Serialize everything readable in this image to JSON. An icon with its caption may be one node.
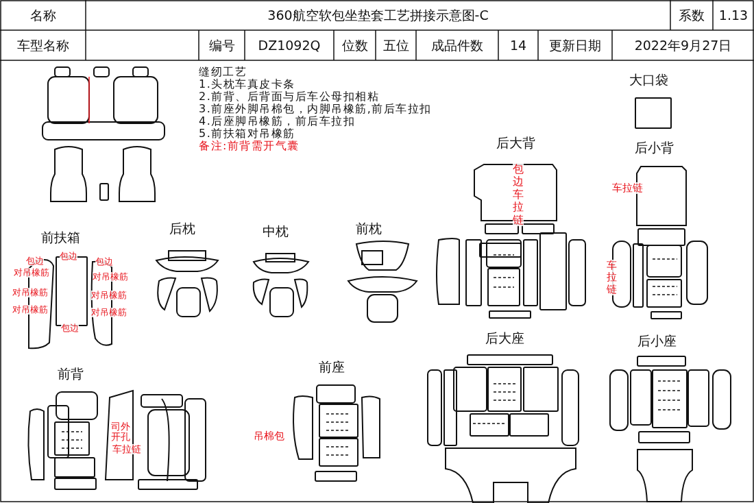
{
  "diagram": {
    "labels": [
      "名称",
      "360航空软包坐垫套工艺拼接示意图-C",
      "系数",
      "1.13",
      "车型名称",
      "编号",
      "DZ1092Q",
      "位数",
      "五位",
      "成品件数",
      "14",
      "更新日期",
      "2022年9月27日",
      "缝纫工艺",
      "1.头枕车真皮卡条",
      "2.前背、后背面与后车公母扣相粘",
      "3.前座外脚吊棉包，内脚吊橡筋,前后车拉扣",
      "4.后座脚吊橡筋，前后车拉扣",
      "5.前扶箱对吊橡筋",
      "备注:前背需开气囊",
      "大口袋",
      "后大背",
      "包边车拉链",
      "后小背",
      "车拉链",
      "前扶箱",
      "后枕",
      "中枕",
      "前枕",
      "包边",
      "包边",
      "包边",
      "对吊橡筋",
      "对吊橡筋",
      "对吊橡筋",
      "对吊橡筋",
      "对吊橡筋",
      "对吊橡筋",
      "包边",
      "车拉链",
      "后大座",
      "后小座",
      "前背",
      "前座",
      "司外开孔",
      "车拉链",
      "吊棉包"
    ]
  }
}
